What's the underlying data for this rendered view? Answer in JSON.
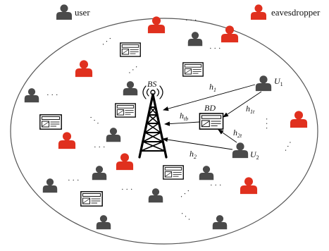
{
  "legend": {
    "user_label": "user",
    "eavesdropper_label": "eavesdropper",
    "user_color": "#4a4a4a",
    "eavesdropper_color": "#e0301e"
  },
  "nodes": {
    "bs": "BS",
    "bd": "BD",
    "u1_main": "U",
    "u1_sub": "1",
    "u2_main": "U",
    "u2_sub": "2"
  },
  "channels": {
    "h1_main": "h",
    "h1_sub": "1",
    "h1t_main": "h",
    "h1t_sub": "1t",
    "h2_main": "h",
    "h2_sub": "2",
    "h2t_main": "h",
    "h2t_sub": "2t",
    "htb_main": "h",
    "htb_sub": "tb"
  },
  "ellipsis_glyph": "· · ·"
}
